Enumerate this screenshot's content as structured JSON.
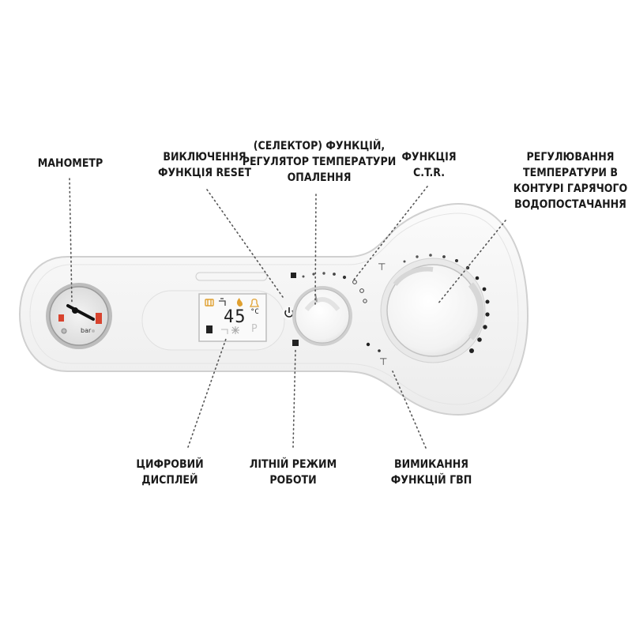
{
  "labels": {
    "manometer": [
      "МАНОМЕТР"
    ],
    "power_reset": [
      "ВИКЛЮЧЕННЯ",
      "ФУНКЦІЯ RESET"
    ],
    "selector": [
      "(СЕЛЕКТОР) ФУНКЦІЙ,",
      "РЕГУЛЯТОР ТЕМПЕРАТУРИ",
      "ОПАЛЕННЯ"
    ],
    "ctr": [
      "ФУНКЦІЯ",
      "C.T.R."
    ],
    "dhw_regulation": [
      "РЕГУЛЮВАННЯ",
      "ТЕМПЕРАТУРИ В",
      "КОНТУРІ ГАРЯЧОГО",
      "ВОДОПОСТАЧАННЯ"
    ],
    "digital_display": [
      "ЦИФРОВИЙ",
      "ДИСПЛЕЙ"
    ],
    "summer_mode": [
      "ЛІТНІЙ РЕЖИМ",
      "РОБОТИ"
    ],
    "dhw_off": [
      "ВИМИКАННЯ",
      "ФУНКЦІЙ ГВП"
    ]
  },
  "gauge": {
    "unit": "bar"
  },
  "display": {
    "temperature": "45",
    "unit": "°C",
    "letter": "P"
  },
  "colors": {
    "panel": "#ffffff",
    "panel_outline": "#d6d6d6",
    "label_text": "#1a1a1a",
    "leader_line": "#555555",
    "gauge_red": "#d8432e",
    "knob_ring": "#c9c9c9"
  },
  "icons": [
    "radiator-icon",
    "tap-icon",
    "flame-icon",
    "bell-icon",
    "power-icon",
    "snowflake-icon",
    "summer-icon"
  ]
}
